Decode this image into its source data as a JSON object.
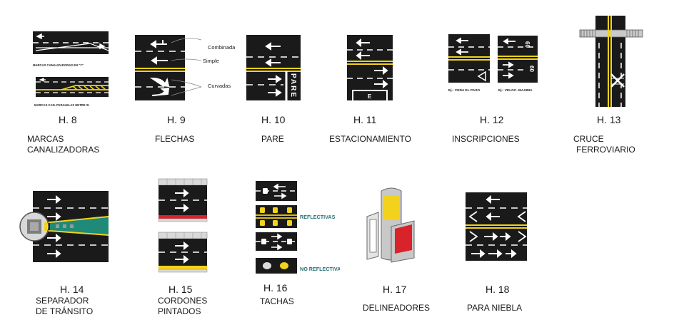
{
  "figures": [
    {
      "num": "H. 8",
      "caption": [
        "MARCAS",
        "CANALIZADORAS"
      ],
      "notes": [
        "MARCAS CANALIZADORAS EN \"Y\"",
        "MARCAS CAN. PARALELAS ENTRE SI"
      ]
    },
    {
      "num": "H. 9",
      "caption": [
        "FLECHAS"
      ],
      "notes": [
        "Combinada",
        "Simple",
        "Curvadas"
      ]
    },
    {
      "num": "H. 10",
      "caption": [
        "PARE"
      ],
      "road_text": "PARE"
    },
    {
      "num": "H. 11",
      "caption": [
        "ESTACIONAMIENTO"
      ],
      "road_text": "E"
    },
    {
      "num": "H. 12",
      "caption": [
        "INSCRIPCIONES"
      ],
      "notes": [
        "Ej.: CEDA EL PASO",
        "Ej.: VELOC. MAXIMA"
      ],
      "road_text": "60"
    },
    {
      "num": "H. 13",
      "caption": [
        "CRUCE",
        "FERROVIARIO"
      ]
    },
    {
      "num": "H. 14",
      "caption": [
        "SEPARADOR",
        "DE TRÁNSITO"
      ]
    },
    {
      "num": "H. 15",
      "caption": [
        "CORDONES",
        "PINTADOS"
      ]
    },
    {
      "num": "H. 16",
      "caption": [
        "TACHAS"
      ],
      "notes": [
        "REFLECTIVAS",
        "NO REFLECTIVAS"
      ]
    },
    {
      "num": "H. 17",
      "caption": [
        "DELINEADORES"
      ]
    },
    {
      "num": "H. 18",
      "caption": [
        "PARA NIEBLA"
      ]
    }
  ],
  "colors": {
    "road": "#1a1a1a",
    "yellow": "#f2d21b",
    "white": "#ffffff",
    "red": "#d8232a",
    "green": "#1f8a78",
    "label_teal": "#2a6f73"
  }
}
